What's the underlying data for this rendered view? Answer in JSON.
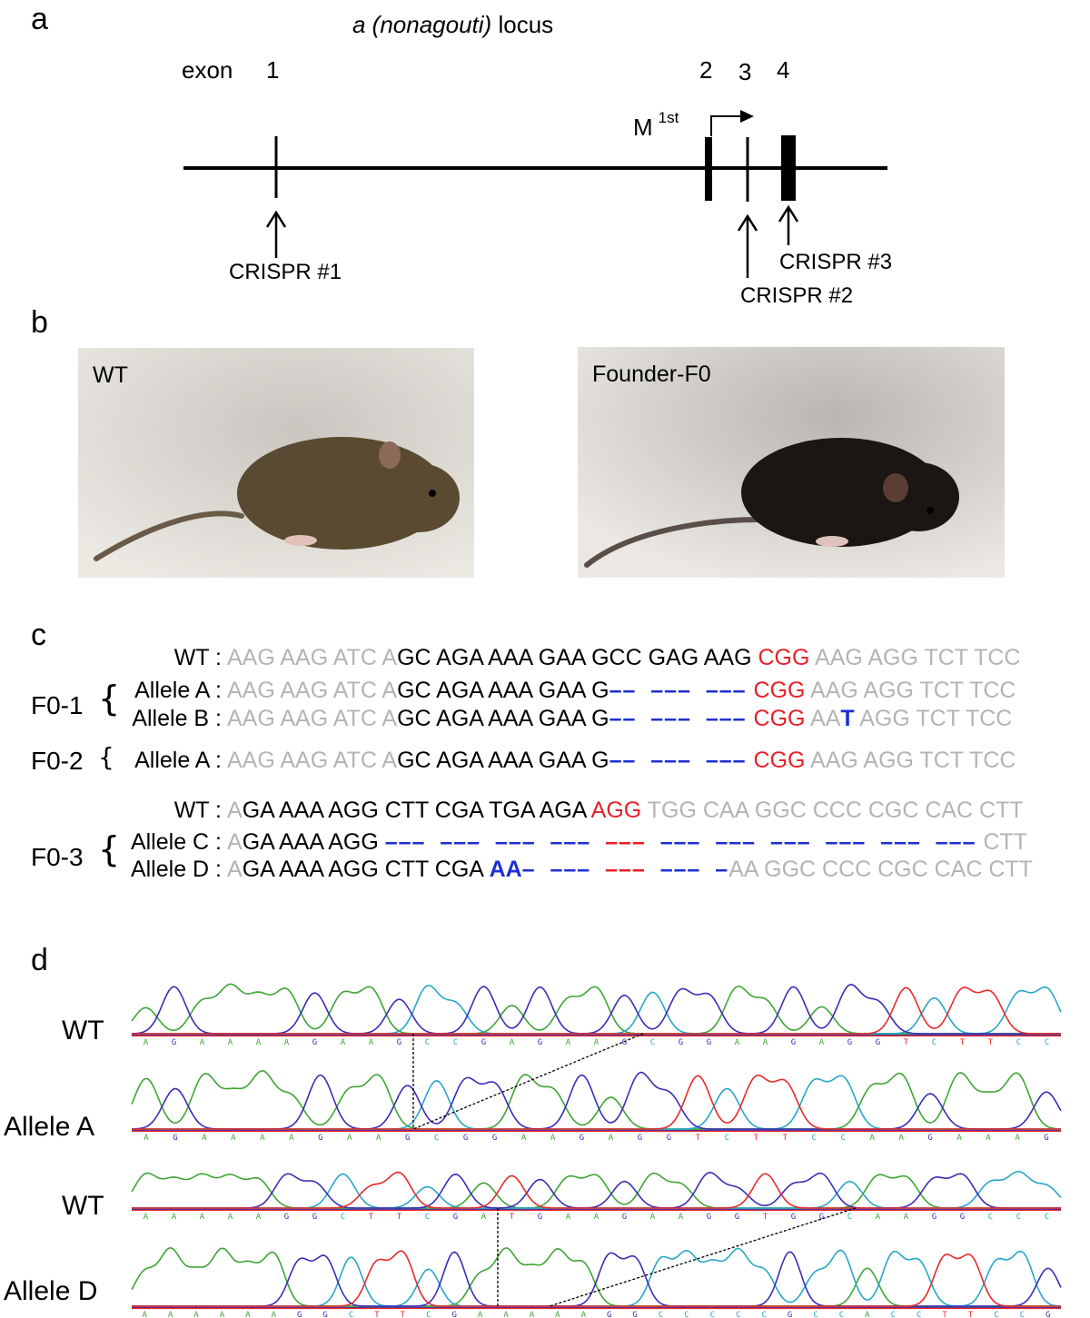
{
  "panels": {
    "a": "a",
    "b": "b",
    "c": "c",
    "d": "d"
  },
  "panel_a": {
    "title_italic": "a (nonagouti)",
    "title_rest": " locus",
    "exon_label": "exon",
    "exon_numbers": [
      "1",
      "2",
      "3",
      "4"
    ],
    "start_label": "M",
    "start_sup": "1st",
    "crispr": [
      "CRISPR #1",
      "CRISPR #2",
      "CRISPR #3"
    ]
  },
  "panel_b": {
    "photos": [
      {
        "label": "WT",
        "coat": "#5a4a32"
      },
      {
        "label": "Founder-F0",
        "coat": "#1a1614"
      }
    ]
  },
  "panel_c": {
    "group1": {
      "wt_label": "WT :",
      "wt_seq": [
        {
          "t": "AAG AAG ATC A",
          "c": "g"
        },
        {
          "t": "GC AGA AAA GAA GCC GAG AAG ",
          "c": "k"
        },
        {
          "t": "CGG",
          "c": "r"
        },
        {
          "t": " AAG AGG TCT TCC",
          "c": "g"
        }
      ],
      "f0_1": "F0-1",
      "allele_a_label": "Allele A :",
      "allele_a_seq": [
        {
          "t": "AAG AAG ATC A",
          "c": "g"
        },
        {
          "t": "GC AGA AAA GAA G",
          "c": "k"
        },
        {
          "t": "––  –––  ––– ",
          "c": "dash-b"
        },
        {
          "t": "CGG",
          "c": "r"
        },
        {
          "t": " AAG AGG TCT TCC",
          "c": "g"
        }
      ],
      "allele_b_label": "Allele B :",
      "allele_b_seq": [
        {
          "t": "AAG AAG ATC A",
          "c": "g"
        },
        {
          "t": "GC AGA AAA GAA G",
          "c": "k"
        },
        {
          "t": "––  –––  ––– ",
          "c": "dash-b"
        },
        {
          "t": "CGG",
          "c": "r"
        },
        {
          "t": " AA",
          "c": "g"
        },
        {
          "t": "T",
          "c": "b"
        },
        {
          "t": " AGG TCT TCC",
          "c": "g"
        }
      ],
      "f0_2": "F0-2",
      "allele_a2_label": "Allele A :",
      "allele_a2_seq": [
        {
          "t": "AAG AAG ATC A",
          "c": "g"
        },
        {
          "t": "GC AGA AAA GAA G",
          "c": "k"
        },
        {
          "t": "––  –––  ––– ",
          "c": "dash-b"
        },
        {
          "t": "CGG",
          "c": "r"
        },
        {
          "t": " AAG AGG TCT TCC",
          "c": "g"
        }
      ]
    },
    "group2": {
      "wt_label": "WT :",
      "wt_seq": [
        {
          "t": "A",
          "c": "g"
        },
        {
          "t": "GA AAA AGG CTT CGA TGA AGA ",
          "c": "k"
        },
        {
          "t": "AGG",
          "c": "r"
        },
        {
          "t": " TGG CAA GGC CCC CGC CAC CTT",
          "c": "g"
        }
      ],
      "f0_3": "F0-3",
      "allele_c_label": "Allele C :",
      "allele_c_seq": [
        {
          "t": "A",
          "c": "g"
        },
        {
          "t": "GA AAA AGG ",
          "c": "k"
        },
        {
          "t": "–––  –––  –––  –––  ",
          "c": "dash-b"
        },
        {
          "t": "–––",
          "c": "dash-r"
        },
        {
          "t": "  –––  –––  –––  –––  –––  ––– ",
          "c": "dash-b"
        },
        {
          "t": "CTT",
          "c": "g"
        }
      ],
      "allele_d_label": "Allele D :",
      "allele_d_seq": [
        {
          "t": "A",
          "c": "g"
        },
        {
          "t": "GA AAA AGG CTT CGA ",
          "c": "k"
        },
        {
          "t": "AA",
          "c": "b"
        },
        {
          "t": "–  –––  ",
          "c": "dash-b"
        },
        {
          "t": "–––",
          "c": "dash-r"
        },
        {
          "t": "  –––  –",
          "c": "dash-b"
        },
        {
          "t": "AA GGC CCC CGC CAC CTT",
          "c": "g"
        }
      ]
    }
  },
  "panel_d": {
    "traces": [
      {
        "label": "WT",
        "bases": "AGAAAAGAAGCCGAGAAGCGGAAGAGGTCTTCC"
      },
      {
        "label": "Allele A",
        "bases": "AGAAAAGAAGCGGAAGAGGTCTTCCAAGAAAG"
      },
      {
        "label": "WT",
        "bases": "AAAAAGGCTTCGATGAAGAAGGTGGCAAGGCCC"
      },
      {
        "label": "Allele D",
        "bases": "AAAAAAGGCTTCGAAAAAGGCCCCCGCCACCTTCCG"
      }
    ],
    "base_colors": {
      "A": "#3fa535",
      "C": "#27a7c8",
      "G": "#3b2db5",
      "T": "#e82a2a"
    }
  }
}
